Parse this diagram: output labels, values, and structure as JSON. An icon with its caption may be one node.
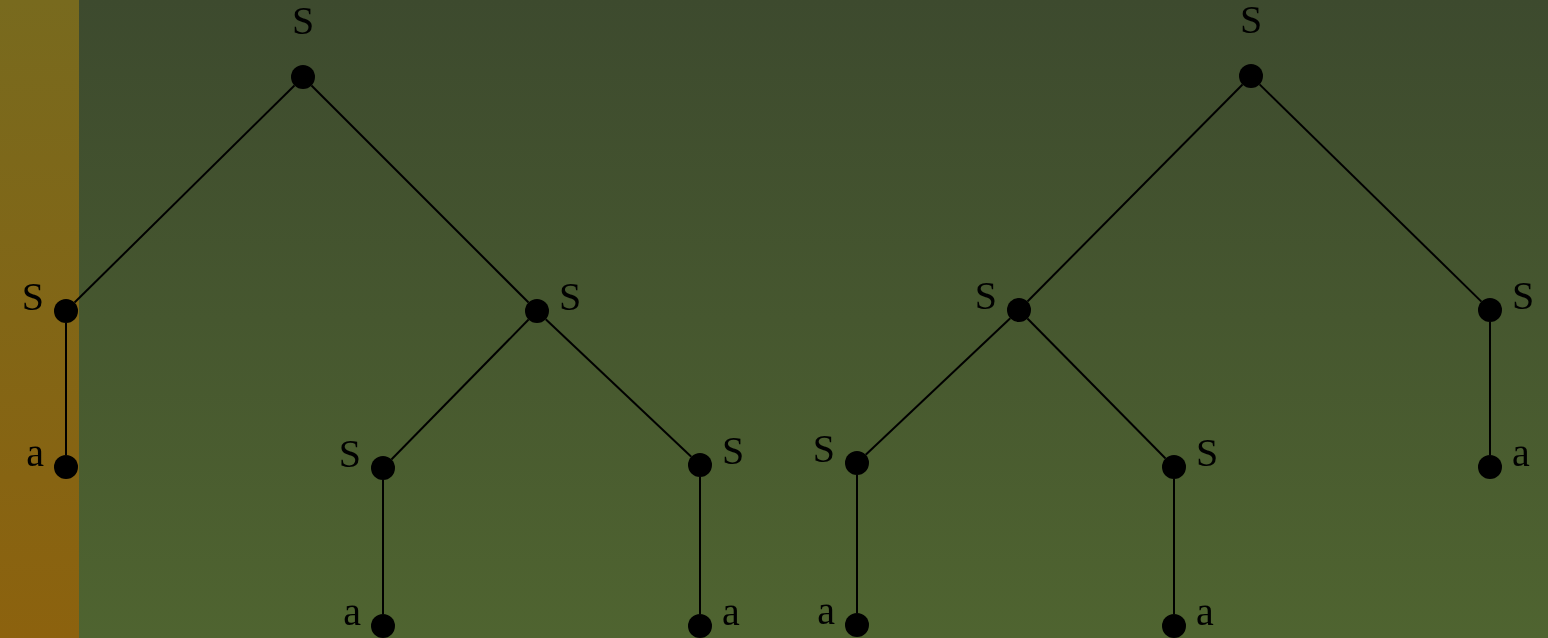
{
  "diagram": {
    "nodes": [
      {
        "text": [],
        "shape": "circle",
        "beside": [
          "S"
        ]
      },
      {
        "text": [],
        "shape": "circle",
        "beside": [
          "S"
        ]
      },
      {
        "text": [],
        "shape": "circle",
        "beside": [
          "S"
        ]
      },
      {
        "text": [],
        "shape": "circle",
        "beside": [
          "S"
        ]
      },
      {
        "text": [],
        "shape": "circle",
        "beside": [
          "S"
        ]
      },
      {
        "text": [],
        "shape": "circle",
        "beside": [
          "S"
        ]
      },
      {
        "text": [],
        "shape": "circle",
        "beside": [
          "a"
        ]
      },
      {
        "text": [],
        "shape": "circle",
        "beside": [
          "S"
        ]
      },
      {
        "text": [],
        "shape": "circle",
        "beside": [
          "S"
        ]
      },
      {
        "text": [],
        "shape": "circle",
        "beside": [
          "S"
        ]
      },
      {
        "text": [],
        "shape": "circle",
        "beside": [
          "S"
        ]
      },
      {
        "text": [],
        "shape": "circle",
        "beside": [
          "a"
        ]
      },
      {
        "text": [],
        "shape": "circle",
        "beside": [
          "a"
        ]
      },
      {
        "text": [],
        "shape": "circle",
        "beside": [
          "a"
        ]
      },
      {
        "text": [],
        "shape": "circle",
        "beside": [
          "a"
        ]
      },
      {
        "text": [],
        "shape": "circle",
        "beside": [
          "a"
        ]
      }
    ],
    "edges": [
      {
        "from": 0,
        "to": 2,
        "arrow": "none"
      },
      {
        "from": 0,
        "to": 3,
        "arrow": "none"
      },
      {
        "from": 2,
        "to": 6,
        "arrow": "none"
      },
      {
        "from": 3,
        "to": 7,
        "arrow": "none"
      },
      {
        "from": 3,
        "to": 8,
        "arrow": "none"
      },
      {
        "from": 7,
        "to": 12,
        "arrow": "none"
      },
      {
        "from": 8,
        "to": 13,
        "arrow": "none"
      },
      {
        "from": 1,
        "to": 4,
        "arrow": "none"
      },
      {
        "from": 1,
        "to": 5,
        "arrow": "none"
      },
      {
        "from": 4,
        "to": 9,
        "arrow": "none"
      },
      {
        "from": 4,
        "to": 10,
        "arrow": "none"
      },
      {
        "from": 5,
        "to": 11,
        "arrow": "none"
      },
      {
        "from": 9,
        "to": 14,
        "arrow": "none"
      },
      {
        "from": 10,
        "to": 15,
        "arrow": "none"
      }
    ]
  }
}
